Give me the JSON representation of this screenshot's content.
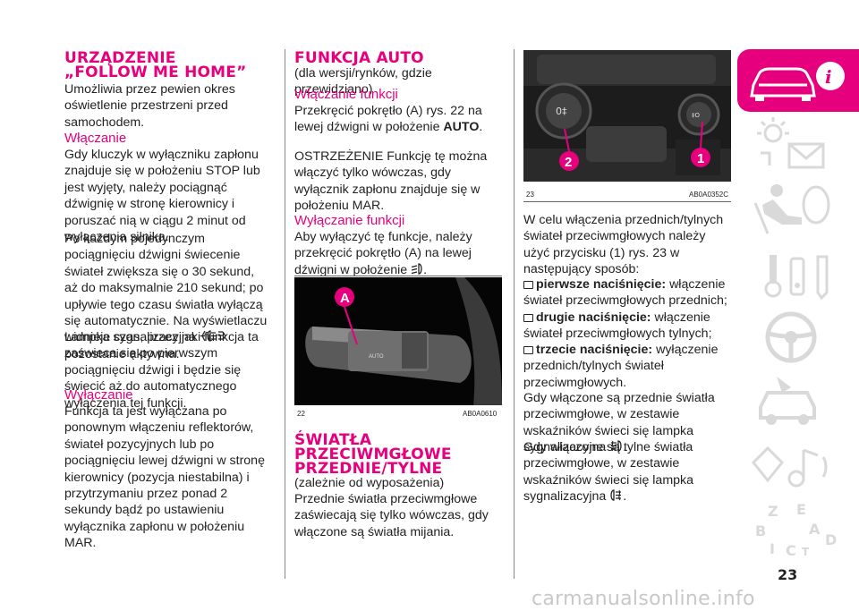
{
  "col1": {
    "title": "URZĄDZENIE „FOLLOW ME HOME”",
    "intro": "Umożliwia przez pewien okres oświetlenie przestrzeni przed samochodem.",
    "sec1_title": "Włączanie",
    "sec1_p1": "Gdy kluczyk w wyłączniku zapłonu znajduje się w położeniu STOP lub jest wyjęty, należy pociągnąć dźwignię w stronę kierownicy i poruszać nią w ciągu 2 minut od wyłączenia silnika.",
    "sec1_p2": "Po każdym pojedynczym pociągnięciu dźwigni świecenie świateł zwiększa się o 30 sekund, aż do maksymalnie 210 sekund; po upływie tego czasu światła wyłączą się automatycznie. Na wyświetlaczu widnieje czas, przez jaki funkcja ta pozostanie aktywna.",
    "sec1_p3a": "Lampka sygnalizacyjna",
    "sec1_p3b": "zaświeca się po pierwszym pociągnięciu dźwigi i będzie się świecić aż do automatycznego wyłączenia tej funkcji.",
    "sec2_title": "Wyłączanie",
    "sec2_p1": "Funkcja ta jest wyłączana po ponownym włączeniu reflektorów, świateł pozycyjnych lub po pociągnięciu lewej dźwigni w stronę kierownicy (pozycja niestabilna) i przytrzymaniu przez ponad 2 sekundy bądź po ustawieniu wyłącznika zapłonu w położeniu MAR."
  },
  "col2": {
    "title": "FUNKCJA AUTO",
    "subtitle": "(dla wersji/rynków, gdzie przewidziano)",
    "sec1_title": "Włączanie funkcji",
    "sec1_p1a": "Przekręcić pokrętło (A) rys. 22 na lewej dźwigni w położenie",
    "sec1_p1b": "AUTO",
    "sec1_p1c": ".",
    "sec1_warn": "OSTRZEŻENIE Funkcję tę można włączyć tylko wówczas, gdy wyłącznik zapłonu znajduje się w położeniu MAR.",
    "sec2_title": "Wyłączanie funkcji",
    "sec2_p1": "Aby wyłączyć tę funkcje, należy przekręcić pokrętło (A) na lewej dźwigni w położenie",
    "sec2_p1_end": ".",
    "fig_num": "22",
    "fig_code": "AB0A0610",
    "fig_label_a": "A",
    "fig_auto": "AUTO",
    "title2": "ŚWIATŁA PRZECIWMGŁOWE PRZEDNIE/TYLNE",
    "subtitle2": "(zależnie od wyposażenia)",
    "p_last": "Przednie światła przeciwmgłowe zaświecają się tylko wówczas, gdy włączone są światła mijania."
  },
  "col3": {
    "fig_num": "23",
    "fig_code": "AB0A0352C",
    "fig_label_1": "1",
    "fig_label_2": "2",
    "p1": "W celu włączenia przednich/tylnych świateł przeciwmgłowych należy użyć przycisku (1) rys. 23 w następujący sposób:",
    "b1_bold": "pierwsze naciśnięcie:",
    "b1_text": "włączenie świateł przeciwmgłowych przednich;",
    "b2_bold": "drugie naciśnięcie:",
    "b2_text": "włączenie świateł przeciwmgłowych tylnych;",
    "b3_bold": "trzecie naciśnięcie:",
    "b3_text": "wyłączenie przednich/tylnych świateł przeciwmgłowych.",
    "p2": "Gdy włączone są przednie światła przeciwmgłowe, w zestawie wskaźników świeci się lampka sygnalizacyjna",
    "p2_end": ".",
    "p3": "Gdy włączone są tylne światła przeciwmgłowe, w zestawie wskaźników świeci się lampka sygnalizacyjna",
    "p3_end": "."
  },
  "page_number": "23",
  "watermark": "carmanualsonline.info",
  "sidebar_icons": [
    "car-info-icon",
    "warning-lights-icon",
    "airbag-seat-icon",
    "tools-key-icon",
    "steering-wheel-icon",
    "car-service-icon",
    "music-nav-icon",
    "alphabet-index-icon"
  ],
  "colors": {
    "accent": "#e6007e",
    "sidebar_icon": "#d9d9d9"
  }
}
